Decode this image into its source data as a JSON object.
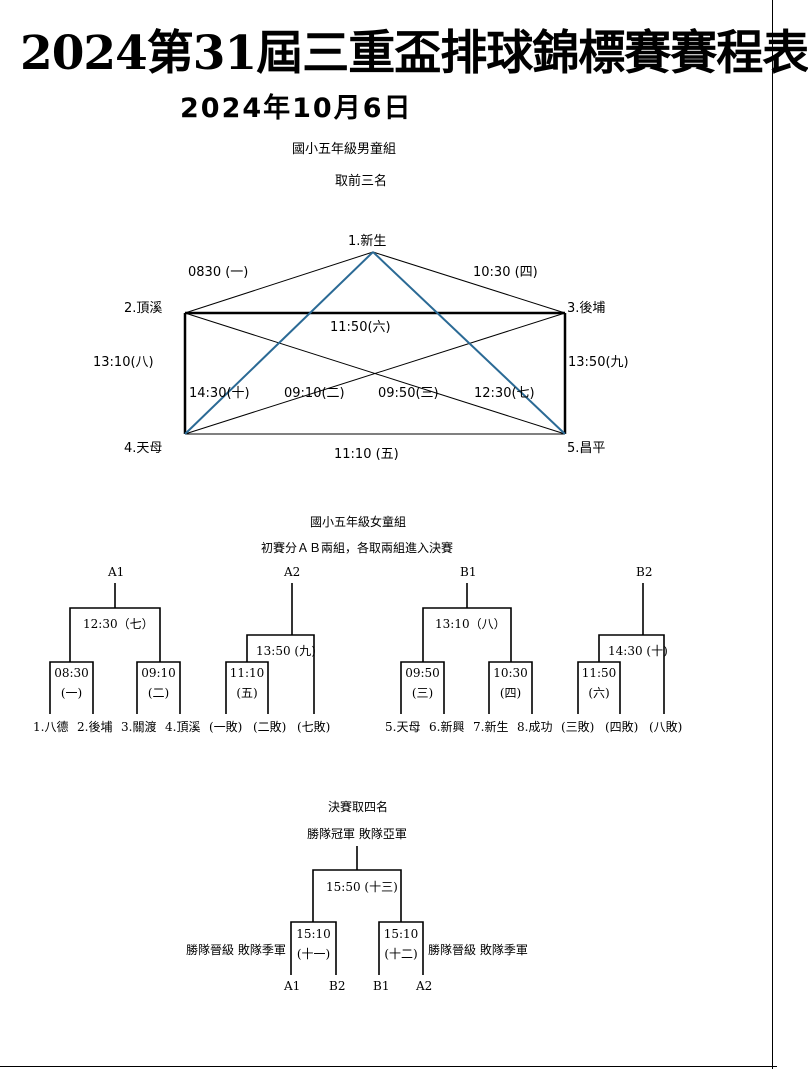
{
  "header": {
    "title": "2024第31屆三重盃排球錦標賽賽程表",
    "date": "2024年10月6日"
  },
  "boys": {
    "division": "國小五年級男童組",
    "rule": "取前三名",
    "teams": [
      "1.新生",
      "2.頂溪",
      "3.後埔",
      "4.天母",
      "5.昌平"
    ],
    "matches": {
      "m1_2": "0830 (一)",
      "m1_3": "10:30 (四)",
      "m2_3": "11:50(六)",
      "m2_4": "13:10(八)",
      "m3_5": "13:50(九)",
      "m4_5": "11:10 (五)",
      "m1_4": "14:30(十)",
      "m2_5": "09:10(二)",
      "m3_4": "09:50(三)",
      "m1_5": "12:30(七)"
    }
  },
  "girls": {
    "division": "國小五年級女童組",
    "rule": "初賽分ＡＢ兩組，各取兩組進入決賽",
    "groups": {
      "a1": {
        "label": "A1",
        "top": "12:30（七）",
        "left_time": "08:30",
        "left_no": "(一)",
        "right_time": "09:10",
        "right_no": "(二)",
        "teams": [
          "1.八德",
          "2.後埔",
          "3.關渡",
          "4.頂溪"
        ]
      },
      "a2": {
        "label": "A2",
        "top": "13:50 (九)",
        "inner_time": "11:10",
        "inner_no": "(五)",
        "teams": [
          "(一敗)",
          "(二敗)",
          "(七敗)"
        ]
      },
      "b1": {
        "label": "B1",
        "top": "13:10（八）",
        "left_time": "09:50",
        "left_no": "(三)",
        "right_time": "10:30",
        "right_no": "(四)",
        "teams": [
          "5.天母",
          "6.新興",
          "7.新生",
          "8.成功"
        ]
      },
      "b2": {
        "label": "B2",
        "top": "14:30 (十)",
        "inner_time": "11:50",
        "inner_no": "(六)",
        "teams": [
          "(三敗)",
          "(四敗)",
          "(八敗)"
        ]
      }
    }
  },
  "finals": {
    "rule": "決賽取四名",
    "champion_note": "勝隊冠軍 敗隊亞軍",
    "final_match": "15:50 (十三)",
    "left": {
      "time": "15:10",
      "no": "(十一)",
      "note": "勝隊晉級 敗隊季軍",
      "teams": [
        "A1",
        "B2"
      ]
    },
    "right": {
      "time": "15:10",
      "no": "(十二)",
      "note": "勝隊晉級 敗隊季軍",
      "teams": [
        "B1",
        "A2"
      ]
    }
  },
  "colors": {
    "line": "#000000",
    "blue_line": "#2b6a95"
  }
}
